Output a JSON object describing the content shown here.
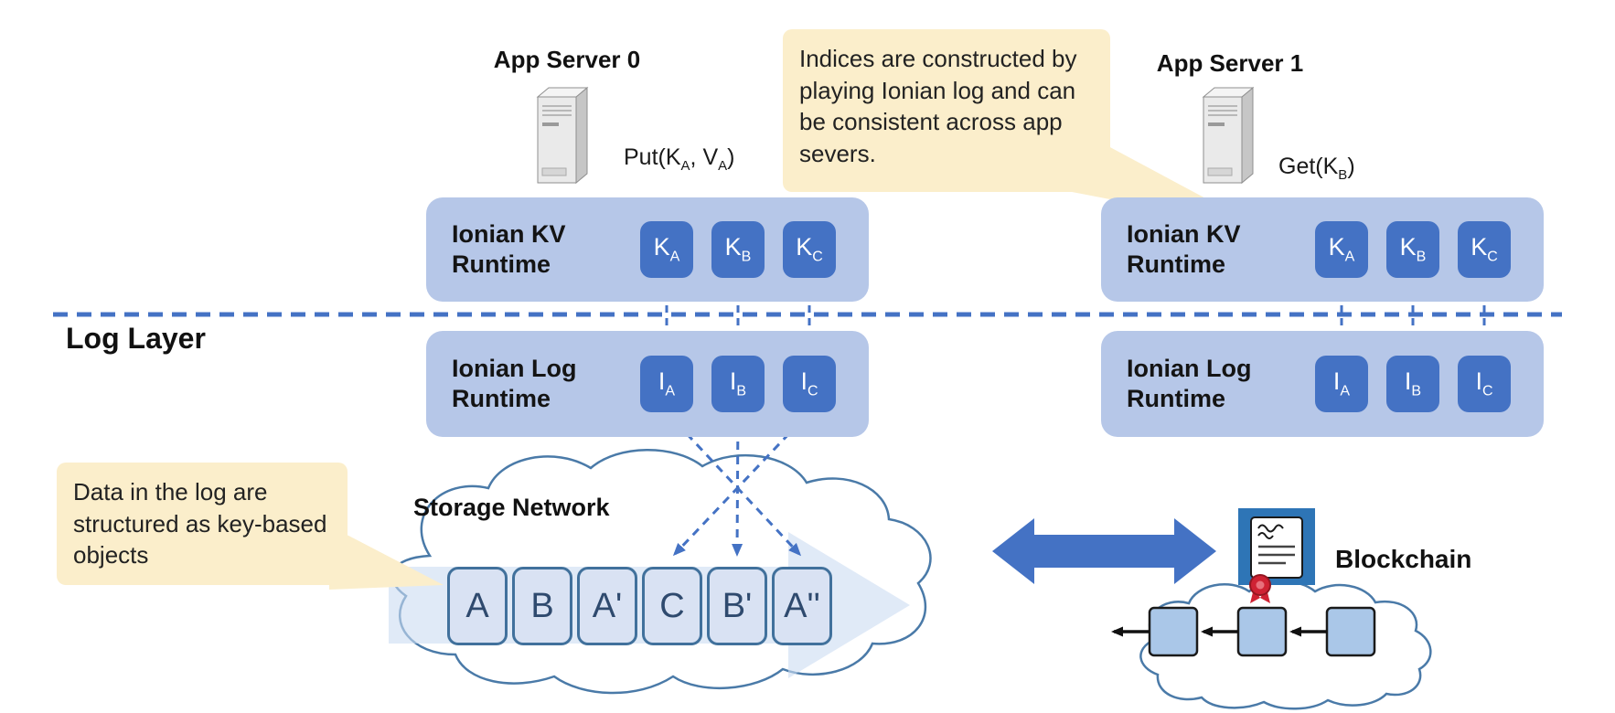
{
  "app_server_0": {
    "label": "App Server 0",
    "operation": {
      "prefix": "Put(K",
      "sub1": "A",
      "middle": ", V",
      "sub2": "A",
      "suffix": ")"
    }
  },
  "app_server_1": {
    "label": "App Server 1",
    "operation": {
      "prefix": "Get(K",
      "sub1": "B",
      "suffix": ")"
    }
  },
  "callouts": {
    "indices": "Indices are constructed by playing Ionian log and can be consistent across app severs.",
    "log_data": "Data in the log are structured as key-based objects"
  },
  "log_layer": {
    "label": "Log Layer"
  },
  "kv_runtime": {
    "title": "Ionian KV Runtime",
    "keys": [
      {
        "base": "K",
        "sub": "A"
      },
      {
        "base": "K",
        "sub": "B"
      },
      {
        "base": "K",
        "sub": "C"
      }
    ]
  },
  "log_runtime": {
    "title": "Ionian Log Runtime",
    "entries": [
      {
        "base": "I",
        "sub": "A"
      },
      {
        "base": "I",
        "sub": "B"
      },
      {
        "base": "I",
        "sub": "C"
      }
    ]
  },
  "storage_network": {
    "label": "Storage Network",
    "log_items": [
      "A",
      "B",
      "A'",
      "C",
      "B'",
      "A''"
    ]
  },
  "blockchain": {
    "label": "Blockchain"
  },
  "colors": {
    "accent_blue": "#4472c4",
    "panel_blue": "#b6c7e8",
    "chip_blue": "#4472c4",
    "callout_yellow": "#fbeecb",
    "storage_item_fill": "#d9e2f3",
    "cloud_stroke": "#4a7aa8"
  }
}
